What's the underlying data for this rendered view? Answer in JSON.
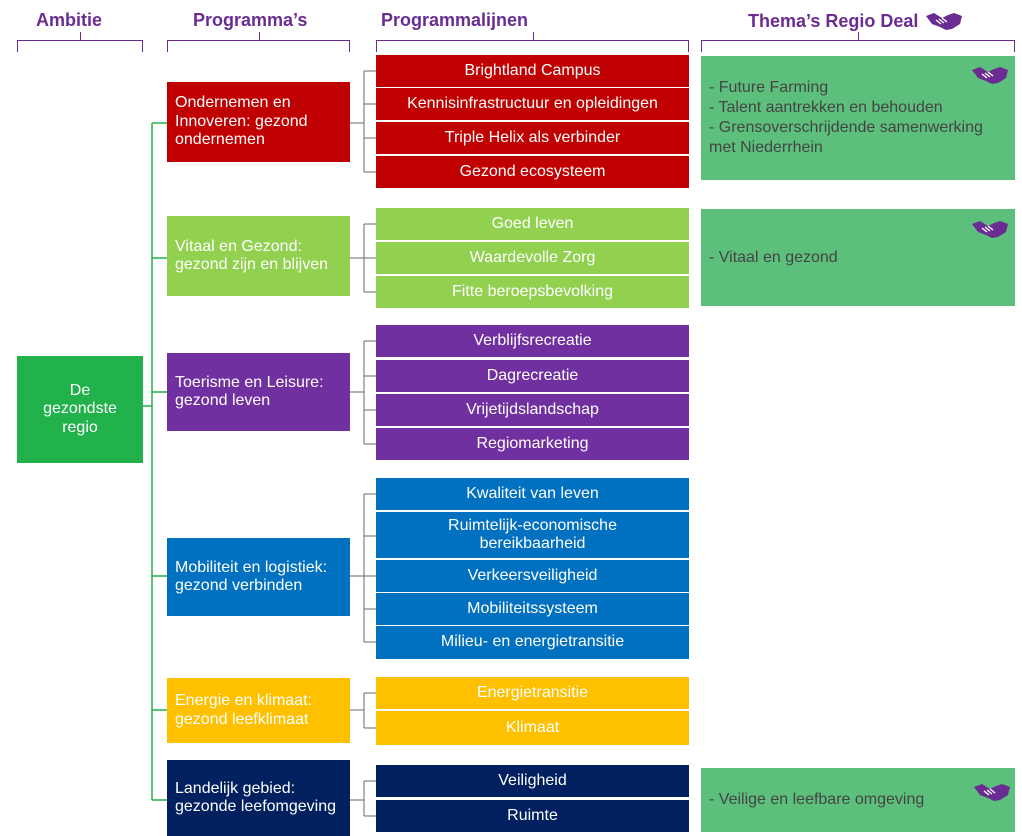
{
  "headers": {
    "ambitie": "Ambitie",
    "programmas": "Programma’s",
    "programmalijnen": "Programmalijnen",
    "themas": "Thema’s Regio Deal"
  },
  "ambitie": {
    "label": "De gezondste regio",
    "color": "#21b24b"
  },
  "programmas": [
    {
      "label": "Ondernemen en Innoveren: gezond ondernemen",
      "color": "#c00000",
      "text_color": "#ffffff",
      "lines": [
        "Brightland Campus",
        "Kennisinfrastructuur en opleidingen",
        "Triple Helix als verbinder",
        "Gezond ecosysteem"
      ]
    },
    {
      "label": "Vitaal en Gezond: gezond zijn en blijven",
      "color": "#92d050",
      "text_color": "#ffffff",
      "lines": [
        "Goed leven",
        "Waardevolle Zorg",
        "Fitte beroepsbevolking"
      ]
    },
    {
      "label": "Toerisme en Leisure: gezond leven",
      "color": "#7030a0",
      "text_color": "#ffffff",
      "lines": [
        "Verblijfsrecreatie",
        "Dagrecreatie",
        "Vrijetijdslandschap",
        "Regiomarketing"
      ]
    },
    {
      "label": "Mobiliteit en logistiek: gezond verbinden",
      "color": "#0070c0",
      "text_color": "#ffffff",
      "lines": [
        "Kwaliteit van leven",
        "Ruimtelijk-economische bereikbaarheid",
        "Verkeersveiligheid",
        "Mobiliteitssysteem",
        "Milieu- en energietransitie"
      ]
    },
    {
      "label": "Energie en klimaat: gezond leefklimaat",
      "color": "#ffc000",
      "text_color": "#ffffff",
      "lines": [
        "Energietransitie",
        "Klimaat"
      ]
    },
    {
      "label": "Landelijk gebied: gezonde leefomgeving",
      "color": "#002060",
      "text_color": "#ffffff",
      "lines": [
        "Veiligheid",
        "Ruimte"
      ]
    }
  ],
  "themas": [
    {
      "items": [
        "- Future Farming",
        "- Talent aantrekken en behouden",
        "- Grensoverschrijdende samenwerking met Niederrhein"
      ],
      "icon": "handshake-icon"
    },
    {
      "items": [
        "- Vitaal en gezond"
      ],
      "icon": "handshake-icon"
    },
    {
      "items": [
        "- Veilige en leefbare omgeving"
      ],
      "icon": "handshake-icon"
    }
  ],
  "colors": {
    "header": "#6a2c91",
    "connector": "#21b24b",
    "theme_bg": "#5cbf7c",
    "theme_text": "#444444",
    "icon": "#6a2c91"
  }
}
